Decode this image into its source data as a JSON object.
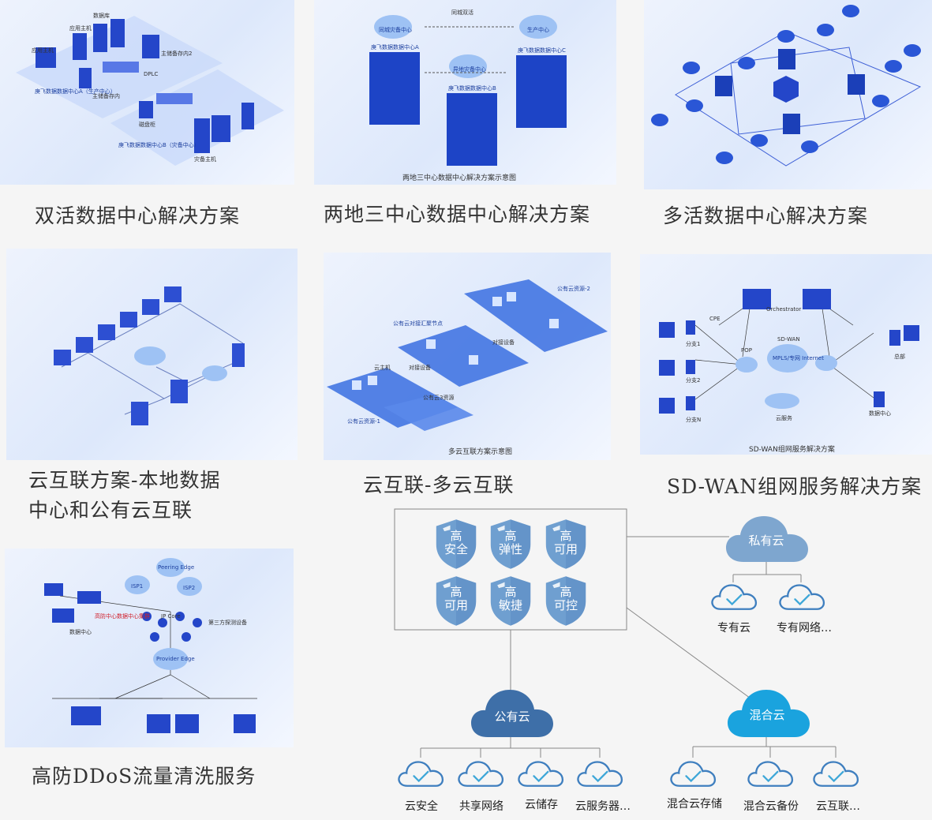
{
  "solutions": [
    {
      "title": "双活数据中心解决方案"
    },
    {
      "title": "两地三中心数据中心解决方案"
    },
    {
      "title": "多活数据中心解决方案"
    },
    {
      "title_line1": "云互联方案-本地数据",
      "title_line2": "中心和公有云互联"
    },
    {
      "title": "云互联-多云互联"
    },
    {
      "title": "SD-WAN组网服务解决方案"
    },
    {
      "title": "高防DDoS流量清洗服务"
    }
  ],
  "thumb_labels": {
    "active_active": {
      "app_host_1": "应用主机",
      "app_host_2": "应用主机",
      "db": "数据库",
      "storage_main": "主储备存内",
      "storage_2": "主储备存内2",
      "dplc": "DPLC",
      "disk": "磁盘柜",
      "backup_host": "灾备主机",
      "center_a": "庚飞数据数据中心A（生产中心）",
      "center_b": "庚飞数据数据中心B（灾备中心）"
    },
    "two_site_three_center": {
      "sync": "同城双活",
      "disaster_center": "同城灾备中心",
      "production_center": "生产中心",
      "remote_backup": "异地灾备中心",
      "dc_a": "庚飞数据数据中心A",
      "dc_b": "庚飞数据数据中心B",
      "dc_c": "庚飞数据数据中心C",
      "caption": "两地三中心数据中心解决方案示意图"
    },
    "multi_cloud": {
      "public_cloud_1": "公有云资源-1",
      "public_cloud_2": "公有云资源-2",
      "public_cloud_3": "公有云3资源",
      "exchange": "公有云对接汇聚节点",
      "device_1": "对接设备",
      "device_2": "对接设备",
      "host": "云主机",
      "caption": "多云互联方案示意图"
    },
    "sdwan": {
      "orchestrator": "Orchestrator",
      "sdwan": "SD-WAN",
      "core": "MPLS/专网 Internet",
      "cpe": "CPE",
      "pop": "POP",
      "branch_1": "分支1",
      "branch_2": "分支2",
      "branch_n": "分支N",
      "hq": "总部",
      "dc": "数据中心",
      "cloud": "云服务",
      "caption": "SD-WAN组网服务解决方案"
    },
    "ddos": {
      "isp1": "ISP1",
      "isp2": "ISP2",
      "peering": "Peering Edge",
      "provider": "Provider Edge",
      "jp": "JP Core",
      "dc": "数据中心",
      "third": "第三方探测设备",
      "scrub": "高防中心数据中心集群"
    }
  },
  "features": [
    {
      "line1": "高",
      "line2": "安全"
    },
    {
      "line1": "高",
      "line2": "弹性"
    },
    {
      "line1": "高",
      "line2": "可用"
    },
    {
      "line1": "高",
      "line2": "可用"
    },
    {
      "line1": "高",
      "line2": "敏捷"
    },
    {
      "line1": "高",
      "line2": "可控"
    }
  ],
  "clouds": {
    "private": {
      "name": "私有云",
      "color": "#7ea6cf",
      "children": [
        "专有云",
        "专有网络…"
      ]
    },
    "public": {
      "name": "公有云",
      "color": "#3e6fa8",
      "children": [
        "云安全",
        "共享网络",
        "云储存",
        "云服务器…"
      ]
    },
    "hybrid": {
      "name": "混合云",
      "color": "#1aa3de",
      "children": [
        "混合云存储",
        "混合云备份",
        "云互联…"
      ]
    }
  },
  "colors": {
    "outline_cloud": "#3f7fbf",
    "check": "#3ea7d8",
    "shield": "#6f9fd0",
    "line": "#888888"
  }
}
